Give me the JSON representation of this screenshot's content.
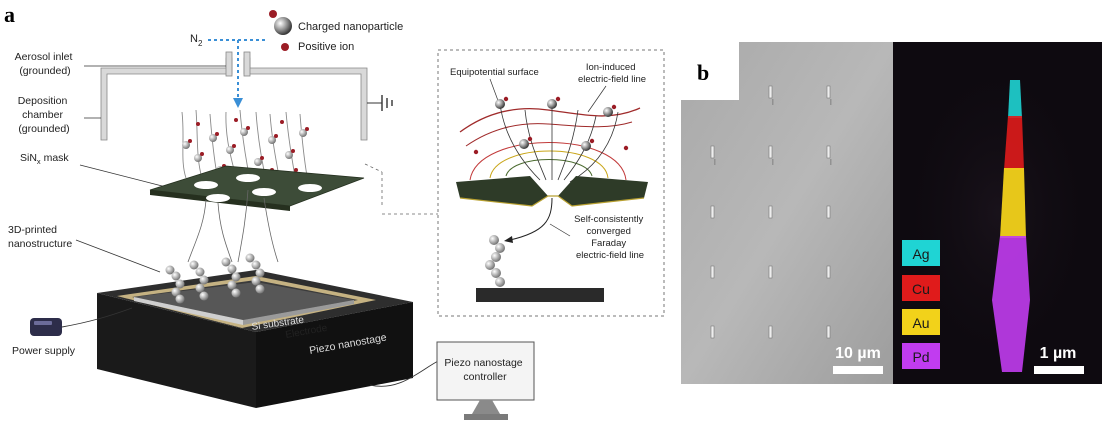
{
  "panel_a": {
    "letter": "a",
    "legend": {
      "nanoparticle": "Charged nanoparticle",
      "ion": "Positive ion"
    },
    "gas": "N",
    "gas_sub": "2",
    "aerosol_inlet": [
      "Aerosol inlet",
      "(grounded)"
    ],
    "deposition_chamber": [
      "Deposition",
      "chamber",
      "(grounded)"
    ],
    "mask": "SiN",
    "mask_sub": "x",
    "mask_suffix": " mask",
    "nanostructure": [
      "3D-printed",
      "nanostructure"
    ],
    "power_supply": "Power supply",
    "si_substrate": "Si substrate",
    "electrode": "Electrode",
    "piezo_stage": "Piezo nanostage",
    "controller": [
      "Piezo nanostage",
      "controller"
    ],
    "inset": {
      "equipotential": "Equipotential surface",
      "ion_field": [
        "Ion-induced",
        "electric-field line"
      ],
      "faraday": [
        "Self-consistently",
        "converged",
        "Faraday",
        "electric-field line"
      ]
    }
  },
  "panel_b": {
    "letter": "b",
    "scale_left": "10 µm",
    "scale_right": "1 µm",
    "elements": [
      {
        "label": "Ag",
        "color": "#1fd4d4"
      },
      {
        "label": "Cu",
        "color": "#e01b1b"
      },
      {
        "label": "Au",
        "color": "#f2d21a"
      },
      {
        "label": "Pd",
        "color": "#c13cf0"
      }
    ]
  }
}
